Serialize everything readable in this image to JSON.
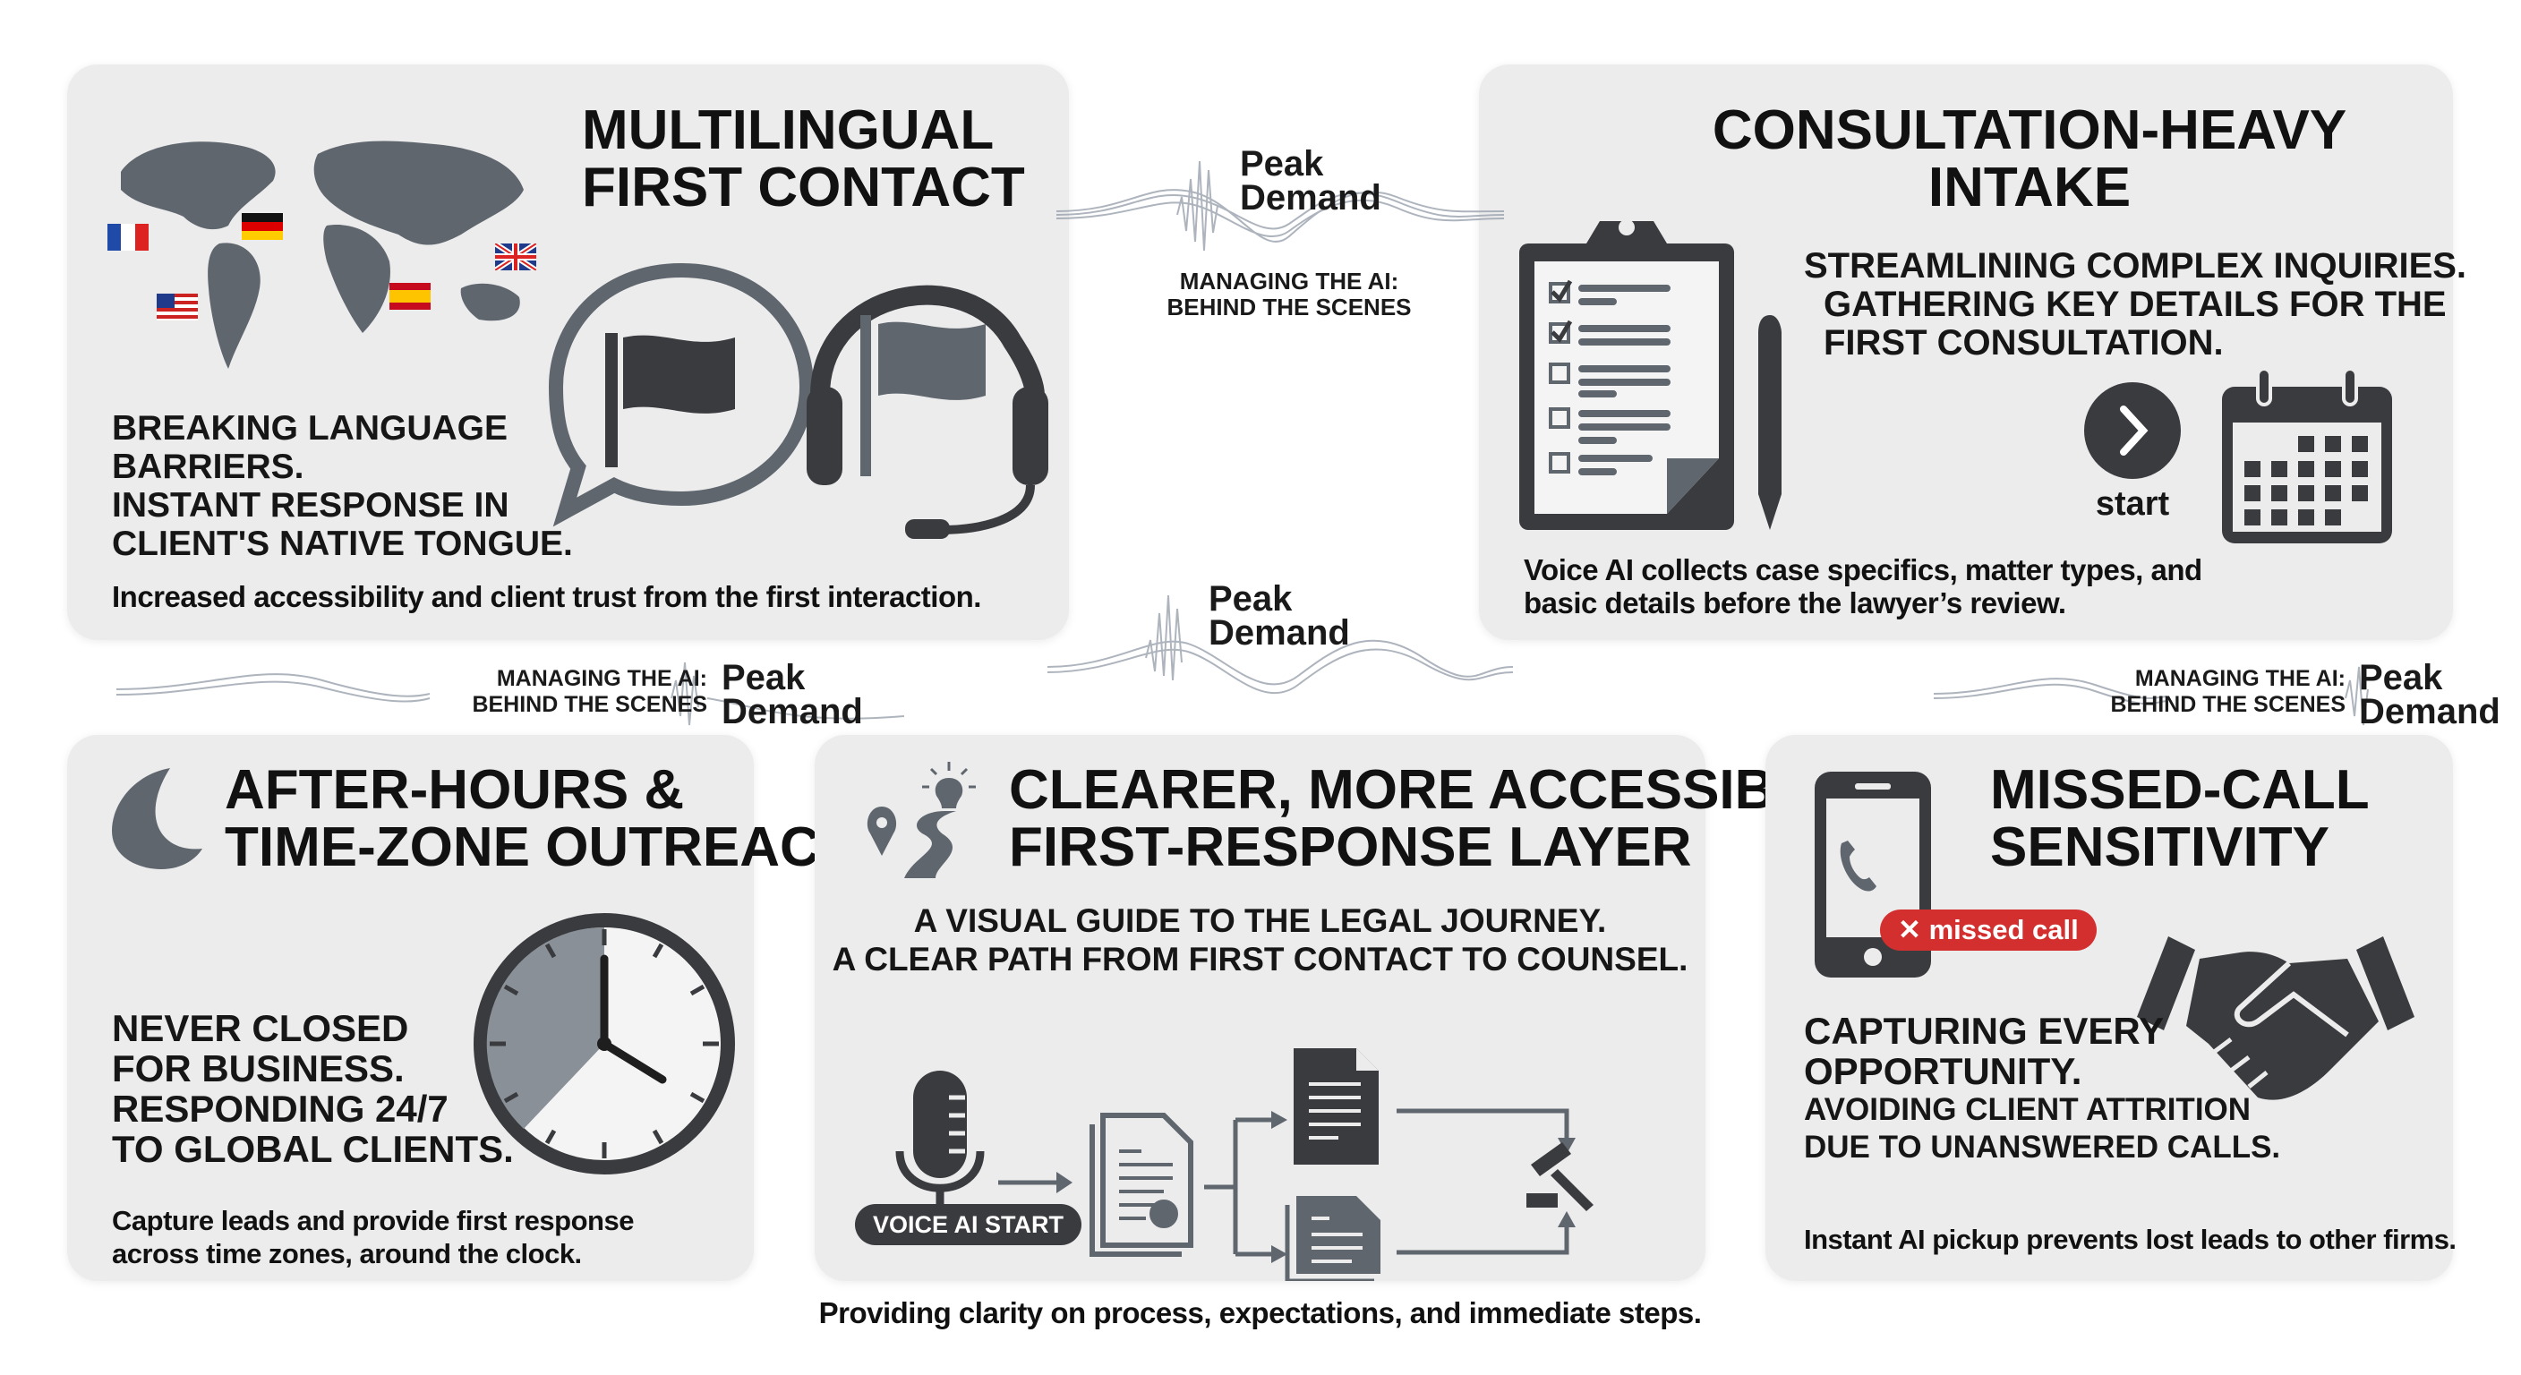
{
  "brand": {
    "name_line1": "Peak",
    "name_line2": "Demand",
    "tagline_line1": "MANAGING THE AI:",
    "tagline_line2": "BEHIND THE SCENES"
  },
  "panels": {
    "multilingual": {
      "title_line1": "MULTILINGUAL",
      "title_line2": "FIRST CONTACT",
      "body": [
        "BREAKING LANGUAGE",
        "BARRIERS.",
        "INSTANT RESPONSE IN",
        "CLIENT'S NATIVE TONGUE."
      ],
      "footer": "Increased accessibility and client trust from the first interaction.",
      "icons": [
        "world-map-icon",
        "flag-france-icon",
        "flag-germany-icon",
        "flag-uk-icon",
        "flag-usa-icon",
        "flag-spain-icon",
        "speech-bubble-flag-icon",
        "headset-flag-icon"
      ]
    },
    "consultation": {
      "title_line1": "CONSULTATION-HEAVY",
      "title_line2": "INTAKE",
      "body": [
        "STREAMLINING COMPLEX INQUIRIES.",
        "GATHERING KEY DETAILS FOR THE",
        "FIRST CONSULTATION."
      ],
      "start_label": "start",
      "footer_line1": "Voice AI collects case specifics, matter types, and",
      "footer_line2": "basic details before the lawyer’s review.",
      "icons": [
        "clipboard-checklist-icon",
        "pen-icon",
        "chevron-right-icon",
        "calendar-icon"
      ]
    },
    "after_hours": {
      "title_line1": "AFTER-HOURS &",
      "title_line2": "TIME-ZONE OUTREACH",
      "body": [
        "NEVER CLOSED",
        "FOR BUSINESS.",
        "RESPONDING 24/7",
        "TO GLOBAL CLIENTS."
      ],
      "footer_line1": "Capture leads and provide first response",
      "footer_line2": "across time zones, around the clock.",
      "icons": [
        "moon-icon",
        "clock-icon"
      ]
    },
    "first_response": {
      "title_line1": "CLEARER, MORE ACCESSIBLE",
      "title_line2": "FIRST-RESPONSE LAYER",
      "sub_line1": "A VISUAL GUIDE TO THE LEGAL JOURNEY.",
      "sub_line2": "A CLEAR PATH FROM FIRST CONTACT TO COUNSEL.",
      "voice_badge": "VOICE AI START",
      "caption": "Providing clarity on process, expectations, and immediate steps.",
      "icons": [
        "path-lightbulb-icon",
        "microphone-icon",
        "certificate-document-icon",
        "document-icon",
        "document-icon",
        "gavel-icon"
      ]
    },
    "missed_call": {
      "title_line1": "MISSED-CALL",
      "title_line2": "SENSITIVITY",
      "badge": "missed call",
      "body_bold": [
        "CAPTURING EVERY",
        "OPPORTUNITY."
      ],
      "body": [
        "AVOIDING CLIENT ATTRITION",
        "DUE TO UNANSWERED CALLS."
      ],
      "footer": "Instant AI pickup prevents lost leads to other firms.",
      "icons": [
        "smartphone-call-icon",
        "missed-call-icon",
        "handshake-icon"
      ]
    }
  },
  "colors": {
    "panel": "#ececed",
    "icon_dark": "#3a3b3e",
    "icon_mid": "#5f666e",
    "alert_red": "#d32f2f"
  }
}
